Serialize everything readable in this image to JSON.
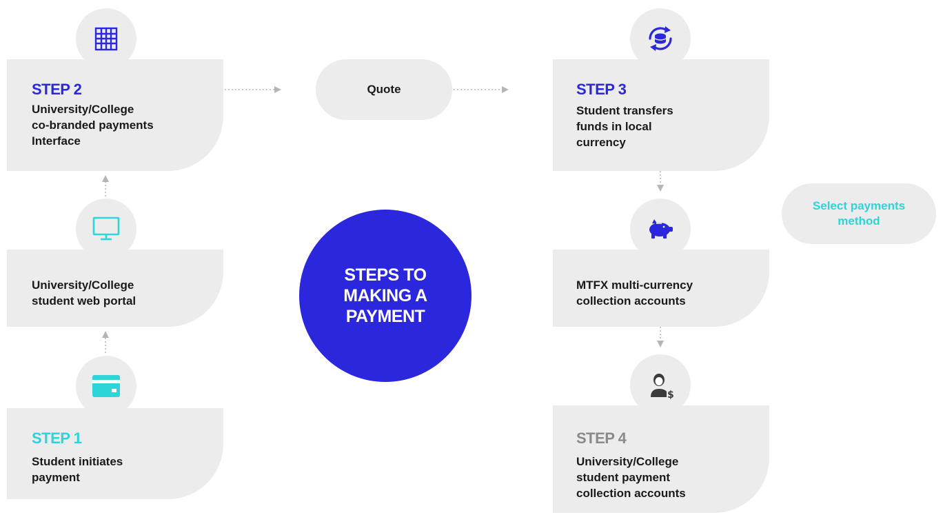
{
  "center": {
    "title": "STEPS TO\nMAKING A\nPAYMENT"
  },
  "steps": {
    "step2": {
      "label": "STEP 2",
      "description": "University/College\nco-branded payments\nInterface",
      "icon": "building-icon"
    },
    "portal": {
      "description": "University/College\nstudent web portal",
      "icon": "monitor-icon"
    },
    "step1": {
      "label": "STEP 1",
      "description": "Student initiates\npayment",
      "icon": "credit-card-icon"
    },
    "step3": {
      "label": "STEP 3",
      "description": "Student transfers\nfunds in local\ncurrency",
      "icon": "currency-exchange-icon"
    },
    "collection": {
      "description": "MTFX multi-currency\ncollection accounts",
      "icon": "piggy-bank-icon"
    },
    "step4": {
      "label": "STEP 4",
      "description": "University/College\nstudent payment\ncollection accounts",
      "icon": "person-dollar-icon"
    }
  },
  "pills": {
    "quote": "Quote",
    "select_method": "Select payments\nmethod"
  },
  "colors": {
    "blue": "#2a27dc",
    "cyan": "#2dd4d8",
    "gray_text": "#8a8a8a",
    "card_bg": "#ececec",
    "dark_text": "#1a1a1a"
  }
}
